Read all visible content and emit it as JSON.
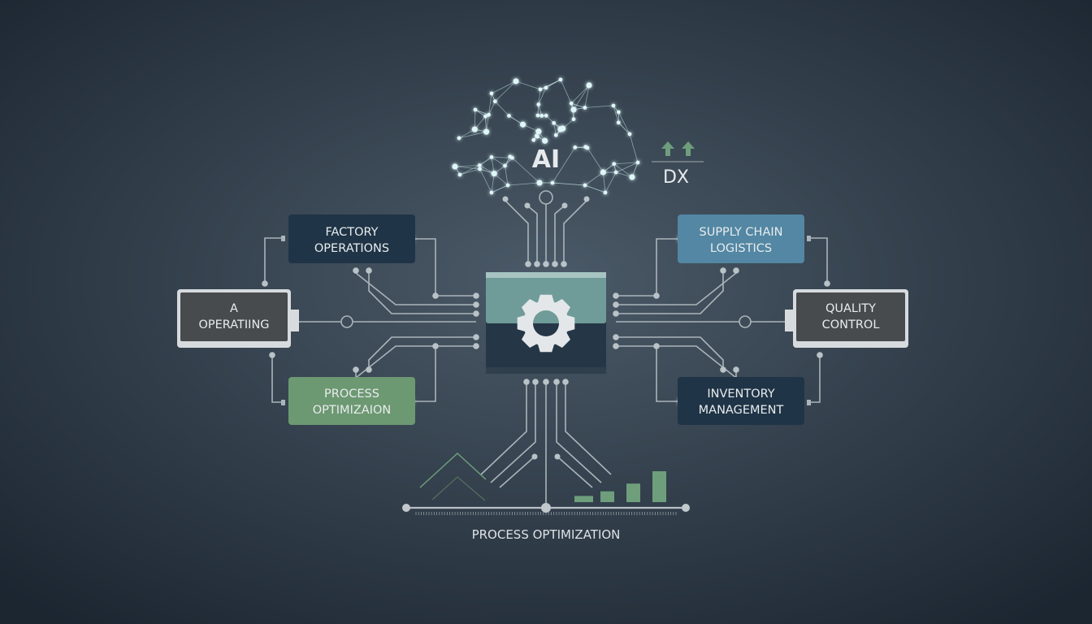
{
  "colors": {
    "background_center": "#4b5a68",
    "background_edge": "#1c2631",
    "dark_box": "#1f3446",
    "green_box": "#6c9872",
    "blue_box": "#5387a3",
    "gray_box": "#484b4e",
    "chip_top": "#6f9b98",
    "chip_bottom": "#253747",
    "accent_green": "#6e9e7c"
  },
  "brain": {
    "label": "AI"
  },
  "dx": {
    "label": "DX",
    "icon": "up-arrows-icon"
  },
  "center": {
    "icon": "gear-icon"
  },
  "nodes": {
    "factory": {
      "line1": "FACTORY",
      "line2": "OPERATIONS"
    },
    "operating": {
      "line1": "A",
      "line2": "OPERATIING"
    },
    "process": {
      "line1": "PROCESS",
      "line2": "OPTIMIZAION"
    },
    "supply": {
      "line1": "SUPPLY CHAIN",
      "line2": "LOGISTICS"
    },
    "quality": {
      "line1": "QUALITY",
      "line2": "CONTROL"
    },
    "inventory": {
      "line1": "INVENTORY",
      "line2": "MANAGEMENT"
    }
  },
  "footer": {
    "label": "PROCESS OPTIMIZATION"
  },
  "bars": [
    0.2,
    0.35,
    0.6,
    1.0
  ]
}
